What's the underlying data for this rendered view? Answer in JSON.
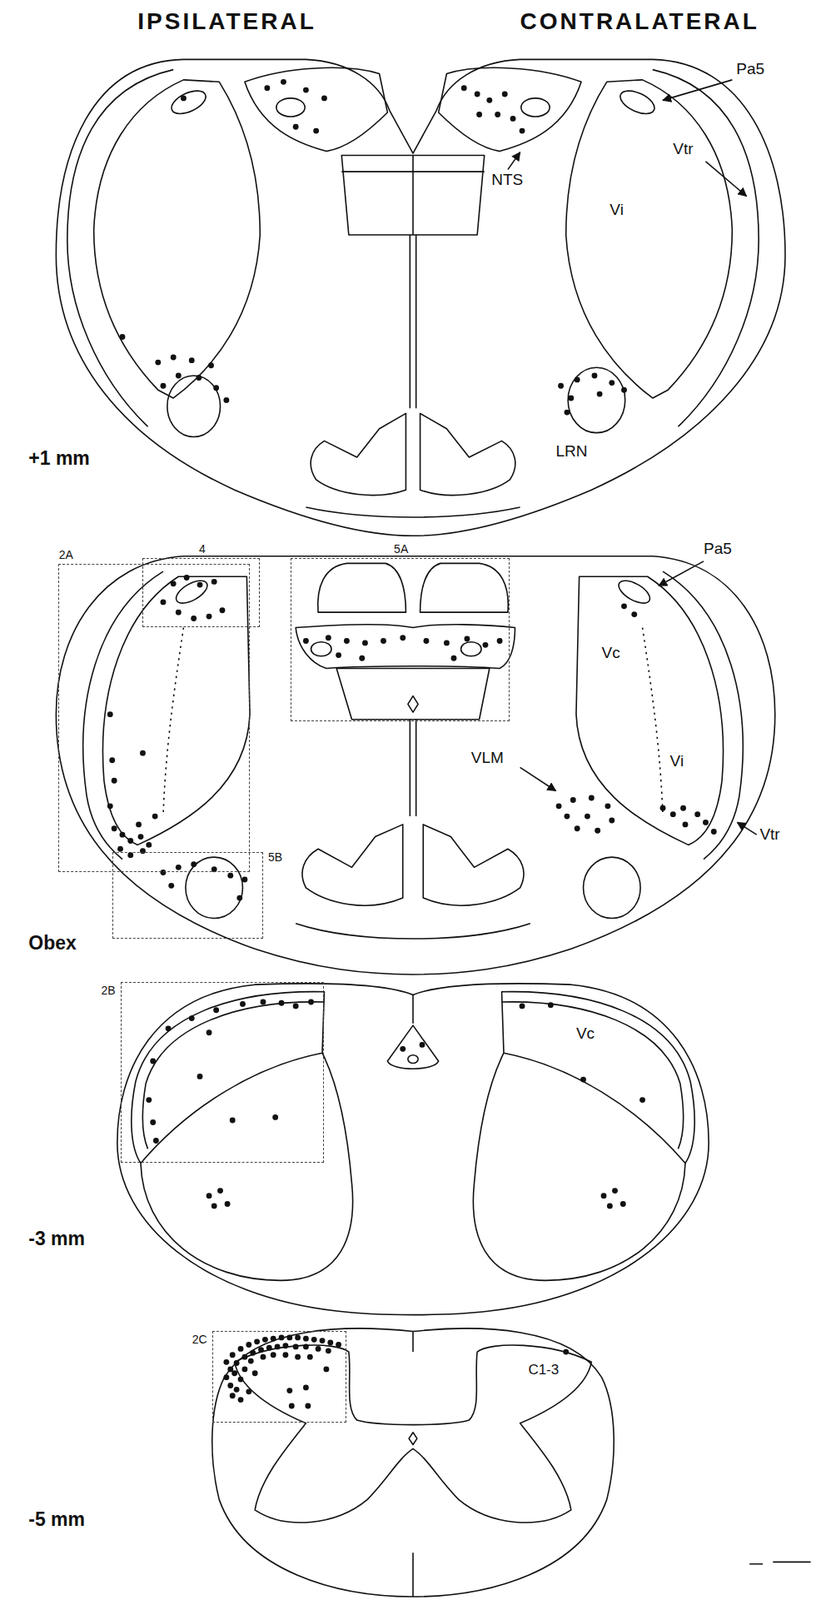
{
  "diagram": {
    "nodes": [
      {
        "text": [
          "2A"
        ]
      },
      {
        "text": [
          "4"
        ]
      },
      {
        "text": [
          "5A"
        ]
      },
      {
        "text": [
          "5B"
        ]
      },
      {
        "text": [
          "2B"
        ]
      },
      {
        "text": [
          "2C"
        ]
      }
    ],
    "labels": [
      "IPSILATERAL",
      "CONTRALATERAL",
      "Pa5",
      "Vtr",
      "NTS",
      "Vi",
      "LRN",
      "+1 mm",
      "Pa5",
      "Vc",
      "Vi",
      "VLM",
      "Vtr",
      "Obex",
      "Vc",
      "-3 mm",
      "C1-3",
      "-5 mm"
    ]
  }
}
